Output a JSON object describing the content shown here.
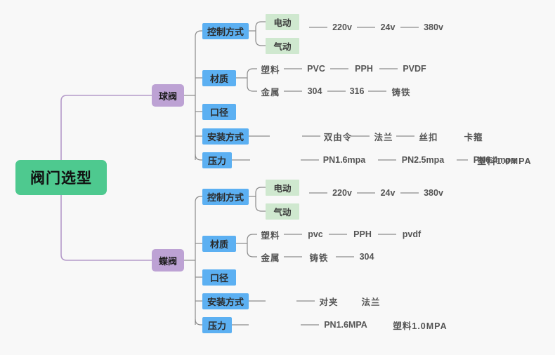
{
  "diagram": {
    "type": "mind-map",
    "background": "#f8f8f8",
    "colors": {
      "root": "#4ec98f",
      "level1": "#bda2d4",
      "level2": "#5cb0f2",
      "level3_box": "#cfe8cf",
      "leaf_text": "#555555",
      "root_link": "#b49ac9",
      "branch_link": "#8a8a8a"
    },
    "root": {
      "label": "阀门选型"
    },
    "branches": [
      {
        "label": "球阀",
        "categories": [
          {
            "label": "控制方式",
            "boxed_children": [
              {
                "label": "电动",
                "chain": [
                  "220v",
                  "24v",
                  "380v"
                ]
              },
              {
                "label": "气动",
                "chain": []
              }
            ]
          },
          {
            "label": "材质",
            "text_children": [
              {
                "label": "塑料",
                "chain": [
                  "PVC",
                  "PPH",
                  "PVDF"
                ]
              },
              {
                "label": "金属",
                "chain": [
                  "304",
                  "316",
                  "铸铁"
                ]
              }
            ]
          },
          {
            "label": "口径",
            "chain": []
          },
          {
            "label": "安装方式",
            "chain": [
              "双由令",
              "法兰",
              "丝扣",
              "卡箍"
            ]
          },
          {
            "label": "压力",
            "chain": [
              "PN1.6mpa",
              "PN2.5mpa",
              "PN6.4mpa",
              "塑料1.0MPA"
            ]
          }
        ]
      },
      {
        "label": "蝶阀",
        "categories": [
          {
            "label": "控制方式",
            "boxed_children": [
              {
                "label": "电动",
                "chain": [
                  "220v",
                  "24v",
                  "380v"
                ]
              },
              {
                "label": "气动",
                "chain": []
              }
            ]
          },
          {
            "label": "材质",
            "text_children": [
              {
                "label": "塑料",
                "chain": [
                  "pvc",
                  "PPH",
                  "pvdf"
                ]
              },
              {
                "label": "金属",
                "chain": [
                  "铸铁",
                  "304"
                ]
              }
            ]
          },
          {
            "label": "口径",
            "chain": []
          },
          {
            "label": "安装方式",
            "chain": [
              "对夹",
              "法兰"
            ]
          },
          {
            "label": "压力",
            "chain": [
              "PN1.6MPA",
              "塑料1.0MPA"
            ]
          }
        ]
      }
    ]
  }
}
